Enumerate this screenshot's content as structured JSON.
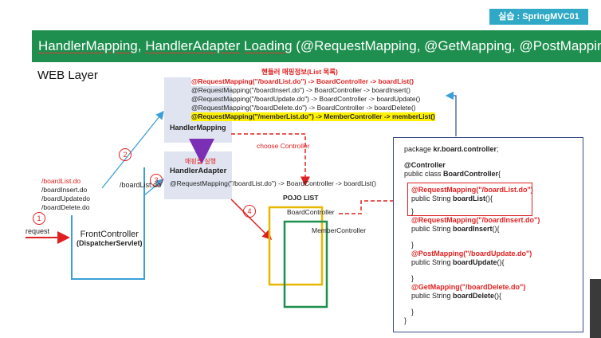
{
  "badge": "실습 : SpringMVC01",
  "title": {
    "p1": "HandlerMapping",
    "p2": ", ",
    "p3": "HandlerAdapter",
    "p4": " ",
    "p5": "Loading",
    "p6": " (@RequestMapping, @GetMapping, @PostMapping)"
  },
  "web_layer": "WEB Layer",
  "handler_mapping": {
    "heading": "핸들러 매핑정보(List 목록)",
    "label": "HandlerMapping",
    "entries": [
      "@RequestMapping(\"/boardList.do\")  -> BoardController  -> boardList()",
      "@RequestMapping(\"/boardInsert.do\") -> BoardController  -> boardInsert()",
      "@RequestMapping(\"/boardUpdate.do\") -> BoardController  -> boardUpdate()",
      "@RequestMapping(\"/boardDelete.do\")  -> BoardController  -> boardDelete()",
      "@RequestMapping(\"/memberList.do\")  -> MemberController  -> memberList()"
    ]
  },
  "handler_adapter": {
    "note": "매핑을 실행",
    "label": "HandlerAdapter",
    "mapping": "@RequestMapping(\"/boardList.do\") -> BoardController -> boardList()"
  },
  "choose_controller": "choose Controller",
  "requests": [
    "/boardList.do",
    "/boardInsert.do",
    "/boardUpdatedo",
    "/boardDelete.do"
  ],
  "request_label": "request",
  "arrow_label_boardlist": "/boardList.do",
  "front_controller": {
    "name": "FrontController",
    "sub": "(DispatcherServlet)"
  },
  "steps": [
    "1",
    "2",
    "3",
    "4"
  ],
  "pojo": {
    "label": "POJO LIST",
    "board": "BoardController",
    "member": "MemberController"
  },
  "code": {
    "package_kw": "package ",
    "package_name": "kr.board.controller",
    "package_end": ";",
    "annotation": "@Controller",
    "class_decl": "public class ",
    "class_name": "BoardController",
    "class_open": "{",
    "methods": [
      {
        "annotation": "@RequestMapping(\"/boardList.do\")",
        "decl": "public String ",
        "name": "boardList",
        "tail": "(){"
      },
      {
        "annotation": "@RequestMapping(\"/boardInsert.do\")",
        "decl": "public String ",
        "name": "boardInsert",
        "tail": "(){"
      },
      {
        "annotation": "@PostMapping(\"/boardUpdate.do\")",
        "decl": "public String ",
        "name": "boardUpdate",
        "tail": "(){"
      },
      {
        "annotation": "@GetMapping(\"/boardDelete.do\")",
        "decl": "public String ",
        "name": "boardDelete",
        "tail": "(){"
      }
    ],
    "close_brace": "}"
  },
  "colors": {
    "green": "#1e8f4f",
    "red": "#e02020",
    "blue": "#3aa0d8",
    "purple": "#7b2fb5",
    "yellow": "#e8b800",
    "teal": "#2fa9c6"
  }
}
